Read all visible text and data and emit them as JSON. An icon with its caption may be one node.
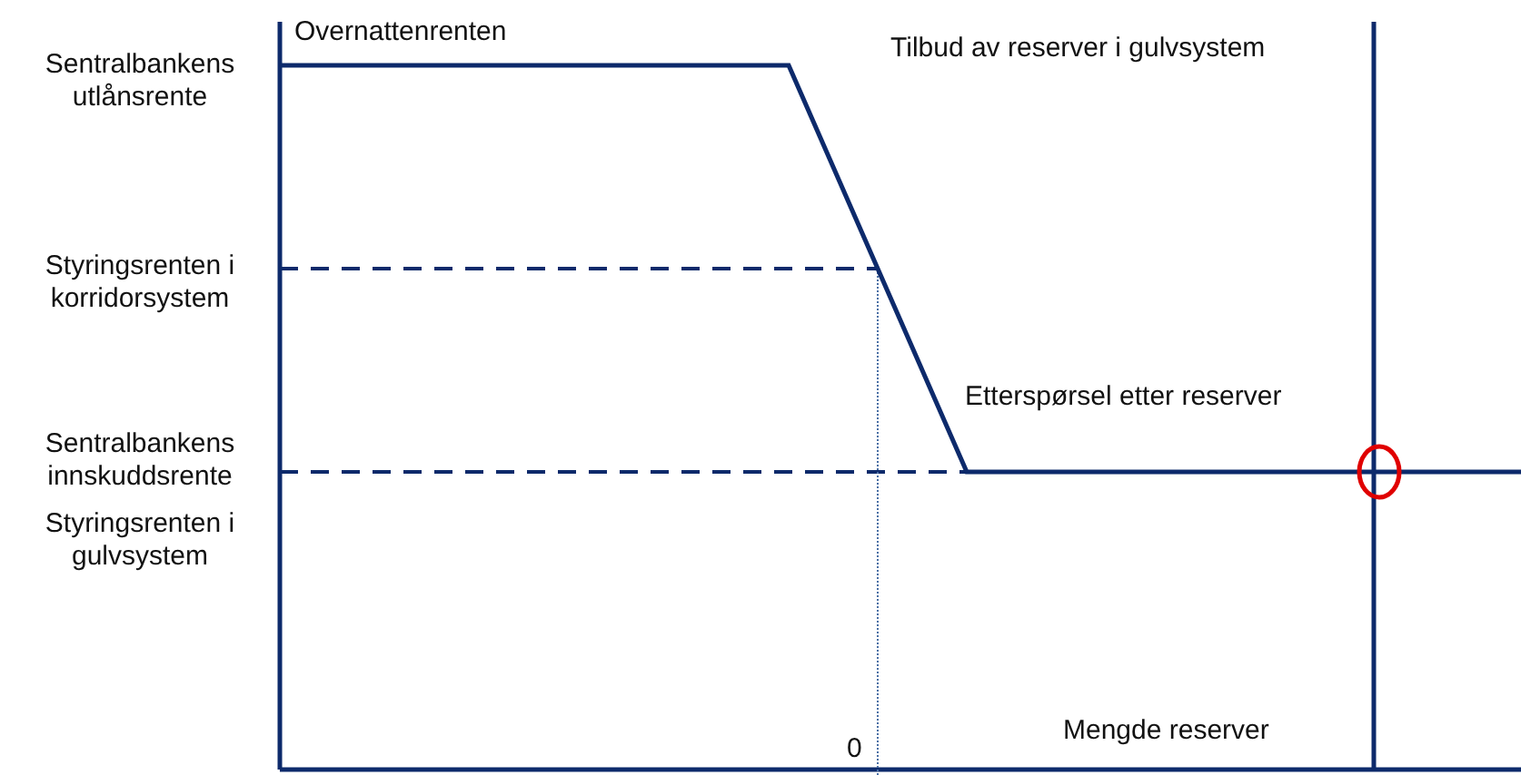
{
  "diagram": {
    "labels": [
      "Overnattenrenten",
      "Tilbud av reserver i gulvsystem",
      "Sentralbankens utlånsrente",
      "Styringsrenten i korridorsystem",
      "Etterspørsel etter reserver",
      "Sentralbankens innskuddsrente",
      "Styringsrenten i gulvsystem",
      "0",
      "Mengde reserver"
    ]
  }
}
